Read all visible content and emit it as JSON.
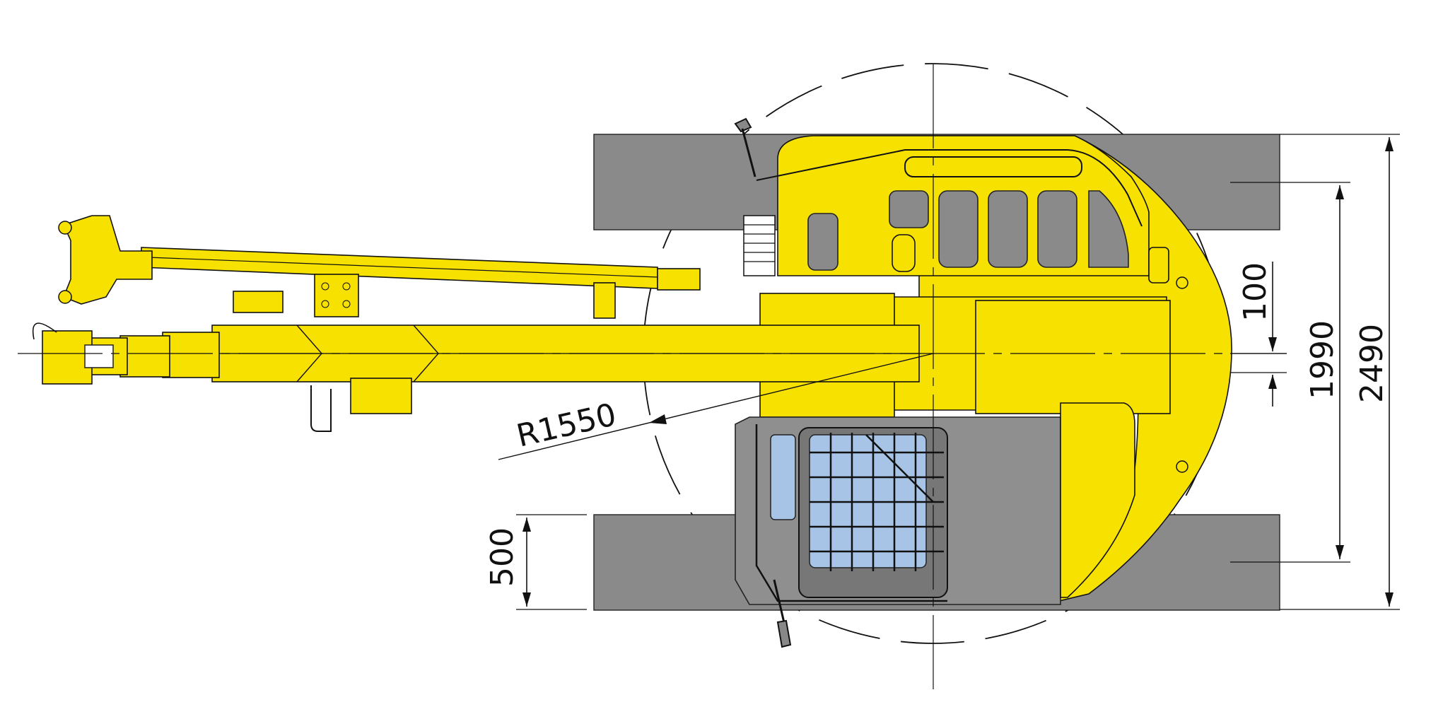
{
  "diagram": {
    "colors": {
      "machine_body": "#f6e100",
      "tracks": "#8a8a8a",
      "cab_glass": "#a7c4e7",
      "lines": "#111111"
    },
    "dimensions": {
      "radius_label": "R1550",
      "track_width_label": "500",
      "offset_label": "100",
      "track_gauge_label": "1990",
      "overall_width_label": "2490"
    }
  }
}
